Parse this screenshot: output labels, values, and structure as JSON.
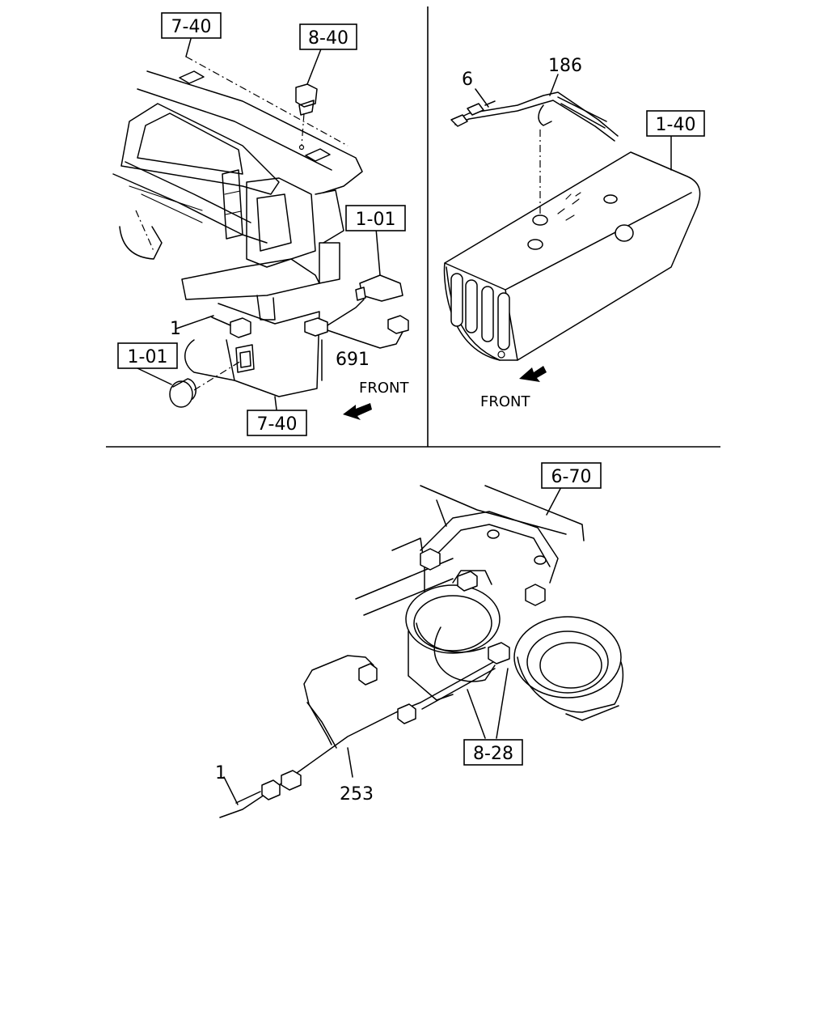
{
  "callouts": {
    "tl_7_40_top": "7-40",
    "tl_8_40": "8-40",
    "tl_1_01_right": "1-01",
    "tl_1_01_left": "1-01",
    "tl_7_40_bottom": "7-40",
    "tr_1_40": "1-40",
    "b_6_70": "6-70",
    "b_8_28": "8-28"
  },
  "part_numbers": {
    "tl_1": "1",
    "tl_691": "691",
    "tr_6": "6",
    "tr_186": "186",
    "b_1": "1",
    "b_253": "253"
  },
  "direction_labels": {
    "tl_front": "FRONT",
    "tr_front": "FRONT"
  }
}
